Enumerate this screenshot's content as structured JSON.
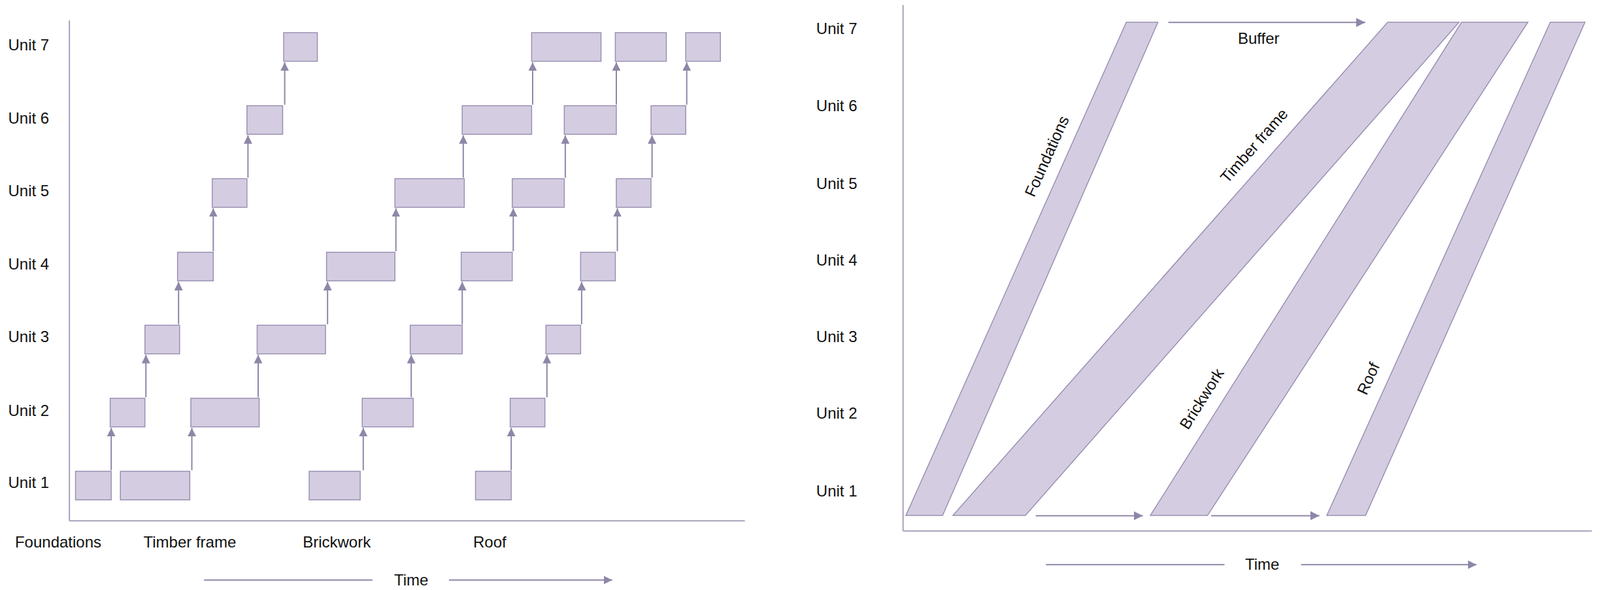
{
  "diagram": {
    "nodes": [
      {
        "text": [
          "Foundations"
        ]
      },
      {
        "text": [
          "Timber frame"
        ]
      },
      {
        "text": [
          "Brickwork"
        ]
      },
      {
        "text": [
          "Roof"
        ]
      }
    ],
    "edges": [
      {
        "from": 0,
        "to": 1,
        "label": "Buffer",
        "arrow": "to"
      },
      {
        "from": 1,
        "to": 2,
        "arrow": "to"
      },
      {
        "from": 2,
        "to": 3,
        "arrow": "to"
      }
    ],
    "labels": [
      "Unit 7",
      "Unit 6",
      "Unit 5",
      "Unit 4",
      "Unit 3",
      "Unit 2",
      "Unit 1",
      "Foundations",
      "Timber frame",
      "Brickwork",
      "Roof",
      "Time",
      "Unit 7",
      "Unit 6",
      "Unit 5",
      "Unit 4",
      "Unit 3",
      "Unit 2",
      "Unit 1",
      "Time"
    ]
  }
}
